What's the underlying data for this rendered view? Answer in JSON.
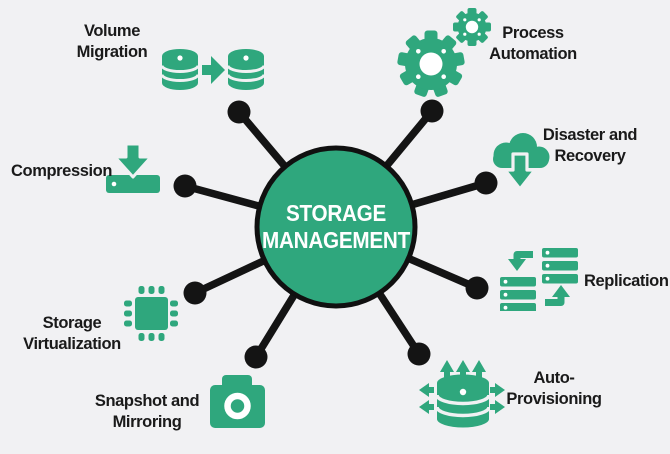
{
  "colors": {
    "page_bg": "#f1f1f3",
    "accent_green": "#2fa77d",
    "line_black": "#141414",
    "label_text": "#1a1a1a",
    "hub_text": "#ffffff"
  },
  "hub": {
    "title_line1": "STORAGE",
    "title_line2": "MANAGEMENT"
  },
  "spokes": [
    {
      "id": "volume-migration",
      "icon": "database-migration-icon",
      "lines": [
        "Volume",
        "Migration"
      ]
    },
    {
      "id": "process-automation",
      "icon": "gears-icon",
      "lines": [
        "Process",
        "Automation"
      ]
    },
    {
      "id": "disaster-recovery",
      "icon": "cloud-download-icon",
      "lines": [
        "Disaster and",
        "Recovery"
      ]
    },
    {
      "id": "replication",
      "icon": "server-sync-icon",
      "lines": [
        "Replication"
      ]
    },
    {
      "id": "auto-provisioning",
      "icon": "database-expand-icon",
      "lines": [
        "Auto-",
        "Provisioning"
      ]
    },
    {
      "id": "snapshot-mirroring",
      "icon": "camera-icon",
      "lines": [
        "Snapshot and",
        "Mirroring"
      ]
    },
    {
      "id": "storage-virtualization",
      "icon": "chip-icon",
      "lines": [
        "Storage",
        "Virtualization"
      ]
    },
    {
      "id": "compression",
      "icon": "compress-tray-icon",
      "lines": [
        "Compression"
      ]
    }
  ]
}
